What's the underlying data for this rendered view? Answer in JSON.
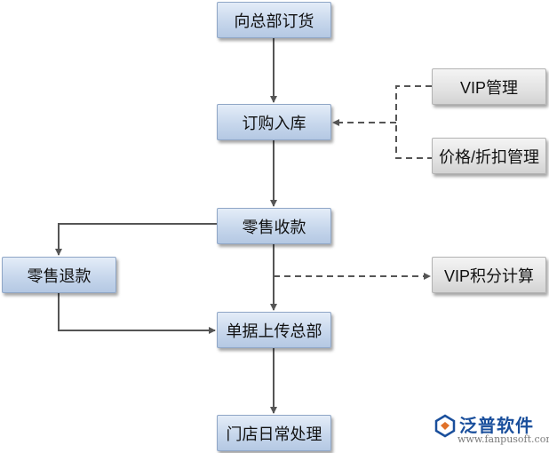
{
  "nodes": {
    "hq_order": "向总部订货",
    "stock_in": "订购入库",
    "retail_payment": "零售收款",
    "retail_return": "零售退款",
    "upload_to_hq": "单据上传总部",
    "daily_ops": "门店日常处理",
    "vip_management": "VIP管理",
    "price_discount": "价格/折扣管理",
    "vip_points": "VIP积分计算"
  },
  "logo": {
    "name": "泛普软件",
    "url": "www.fanpusoft.com",
    "icon": "fanpu-logo-icon"
  },
  "colors": {
    "main_node": "#c7d7ec",
    "side_node": "#e2e2e2",
    "line": "#555555",
    "logo": "#1a4f9c"
  }
}
